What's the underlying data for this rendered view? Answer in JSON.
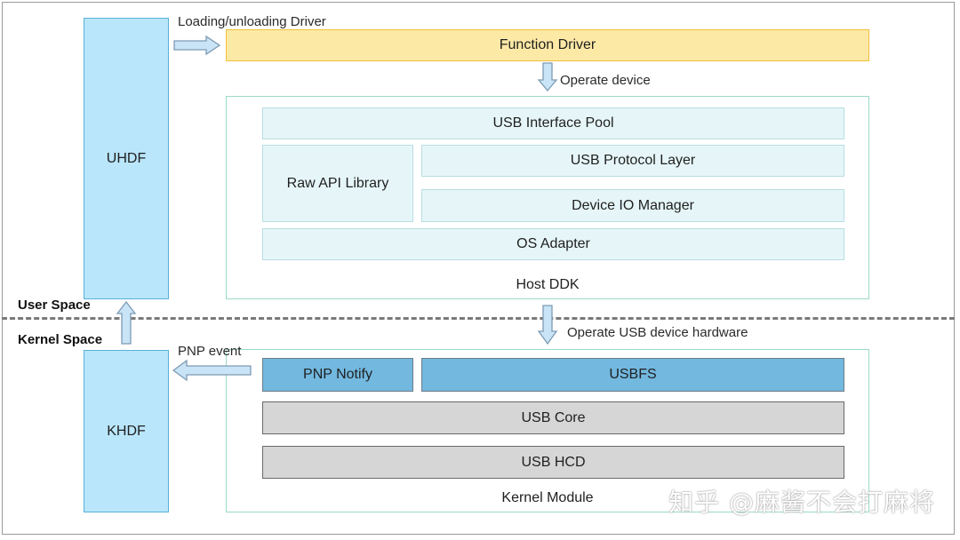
{
  "blocks": {
    "uhdf": "UHDF",
    "khdf": "KHDF",
    "function_driver": "Function Driver",
    "usb_interface_pool": "USB Interface Pool",
    "raw_api_library": "Raw API Library",
    "usb_protocol_layer": "USB Protocol Layer",
    "device_io_manager": "Device IO Manager",
    "os_adapter": "OS Adapter",
    "host_ddk": "Host DDK",
    "pnp_notify": "PNP Notify",
    "usbfs": "USBFS",
    "usb_core": "USB Core",
    "usb_hcd": "USB HCD",
    "kernel_module": "Kernel Module"
  },
  "labels": {
    "loading_unloading": "Loading/unloading Driver",
    "operate_device": "Operate device",
    "operate_usb_hw": "Operate USB device hardware",
    "pnp_event": "PNP event",
    "user_space": "User Space",
    "kernel_space": "Kernel Space"
  },
  "watermark": "知乎 @麻酱不会打麻将",
  "colors": {
    "arrow_fill": "#c9e4f7",
    "arrow_stroke": "#7e9bb2"
  }
}
